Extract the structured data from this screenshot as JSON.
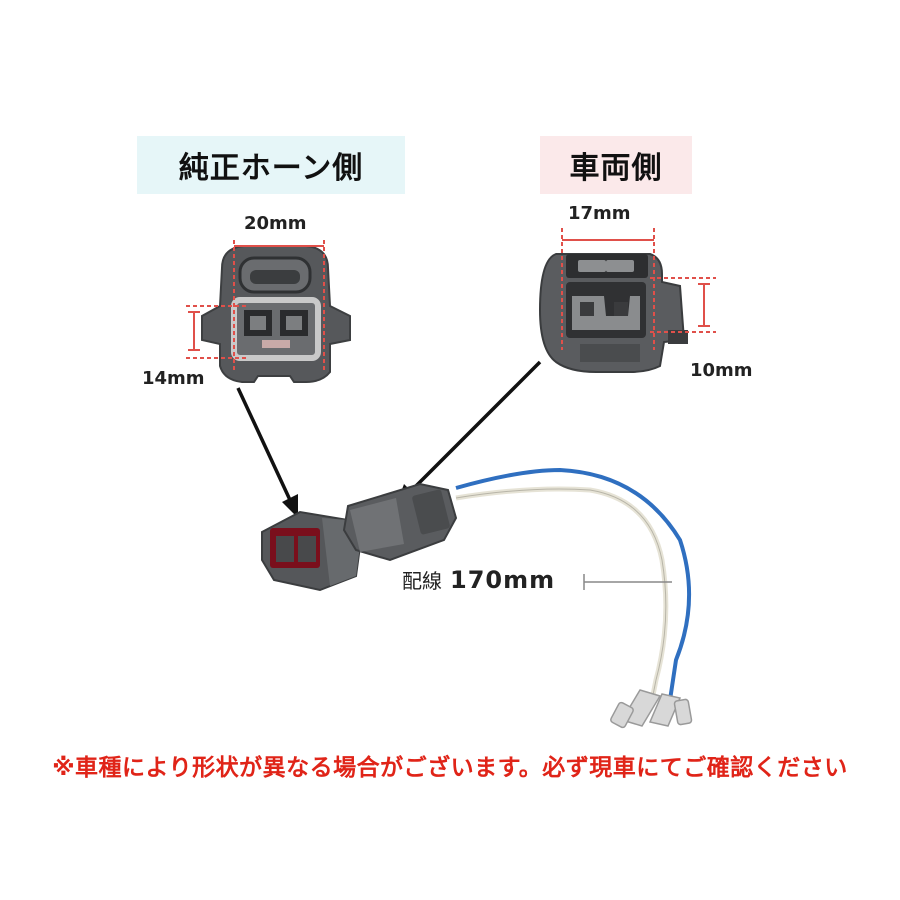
{
  "labels": {
    "horn_side": "純正ホーン側",
    "vehicle_side": "車両側"
  },
  "dimensions": {
    "horn_width": "20mm",
    "horn_height": "14mm",
    "vehicle_width": "17mm",
    "vehicle_height": "10mm"
  },
  "wire": {
    "prefix": "配線",
    "length": "170mm"
  },
  "warning": "※車種により形状が異なる場合がございます。必ず現車にてご確認ください",
  "colors": {
    "horn_label_bg": "#e6f6f8",
    "vehicle_label_bg": "#fbe9ea",
    "connector_gray": "#5b5d60",
    "dimension_line": "#e0504a",
    "warning_text": "#e02418",
    "wire_blue": "#2f6fc0",
    "wire_white": "#e8e6dc"
  },
  "icons": [
    "horn-connector-photo",
    "vehicle-connector-photo",
    "harness-photo",
    "pointer-arrow"
  ]
}
